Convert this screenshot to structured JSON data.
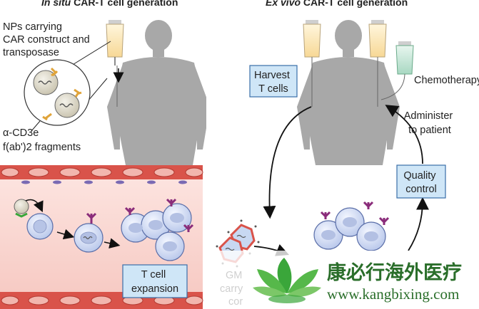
{
  "titles": {
    "left_italic": "In situ",
    "left_rest": " CAR-T cell generation",
    "right_italic": "Ex vivo",
    "right_rest": " CAR-T cell generation"
  },
  "left_panel": {
    "nps_label": [
      "NPs carrying",
      "CAR construct and",
      "transposase"
    ],
    "antibody_label": [
      "α-CD3e",
      "f(ab')2 fragments"
    ],
    "expansion_box": [
      "T cell",
      "expansion"
    ]
  },
  "right_panel": {
    "harvest_box": [
      "Harvest",
      "T cells"
    ],
    "chemo_label": "Chemotherapy",
    "administer_label": [
      "Administer",
      "to patient"
    ],
    "quality_box": [
      "Quality",
      "control"
    ],
    "gm_label": [
      "GM",
      "carry",
      "cor"
    ]
  },
  "watermark": {
    "chinese": "康必行海外医疗",
    "url": "www.kangbixing.com"
  },
  "colors": {
    "body_silhouette": "#a8a8a8",
    "vessel_red": "#d9534a",
    "vessel_fill": "#fbdcd8",
    "box_fill": "#cfe6f7",
    "box_stroke": "#3a6ea8",
    "cell_fill": "#c9d6f0",
    "receptor_purple": "#8a2c7a",
    "watermark_green": "#3aa63a",
    "watermark_cn": "#2a6e2a"
  }
}
